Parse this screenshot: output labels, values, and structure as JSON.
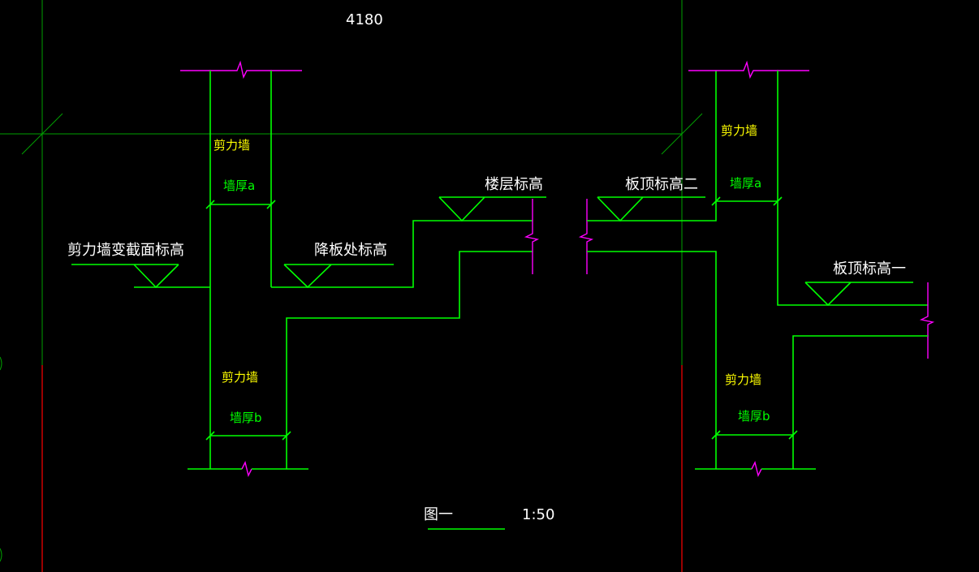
{
  "dimension": "4180",
  "labels": {
    "shear_wall": "剪力墙",
    "wall_thickness_a": "墙厚a",
    "wall_thickness_b": "墙厚b",
    "wall_section_change_elev": "剪力墙变截面标高",
    "drop_slab_elev": "降板处标高",
    "floor_elev": "楼层标高",
    "slab_top_elev_2": "板顶标高二",
    "slab_top_elev_1": "板顶标高一"
  },
  "title": {
    "name": "图一",
    "scale": "1:50"
  },
  "colors": {
    "line": "#00ff00",
    "break": "#ff00ff",
    "axis": "#ff0000",
    "text": "#ffffff",
    "wall_label": "#ffff00"
  }
}
